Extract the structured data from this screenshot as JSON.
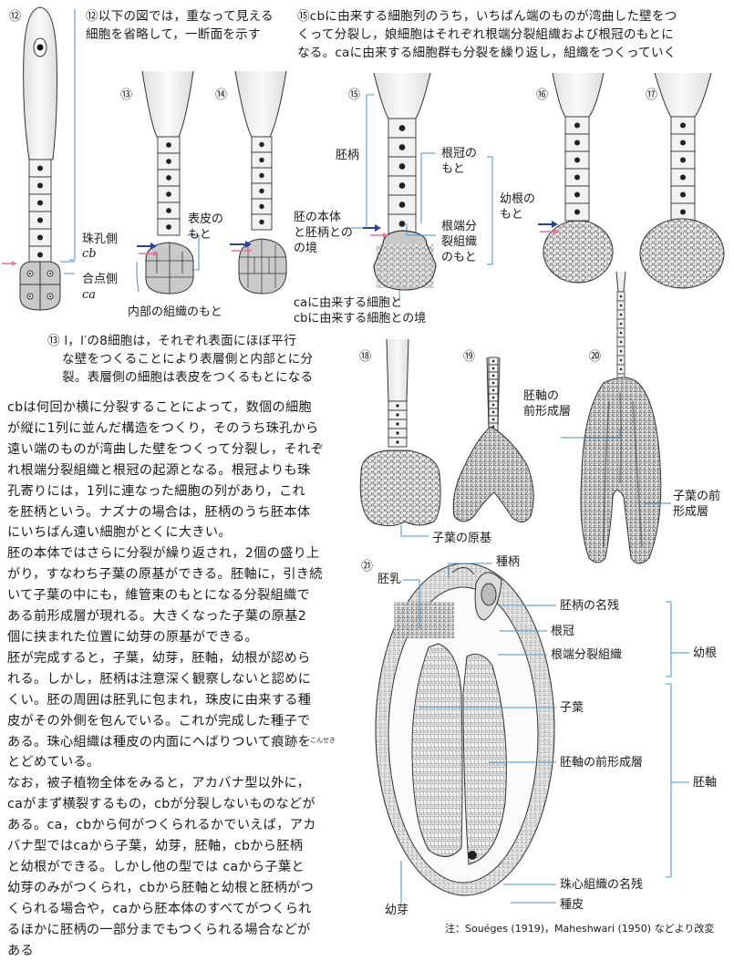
{
  "stage_numbers": {
    "s12": "⑫",
    "s13": "⑬",
    "s14": "⑭",
    "s15": "⑮",
    "s16": "⑯",
    "s17": "⑰",
    "s18": "⑱",
    "s19": "⑲",
    "s20": "⑳",
    "s21": "㉑"
  },
  "captions": {
    "c12_line1": "⑫以下の図では，重なって見える",
    "c12_line2": "細胞を省略して，一断面を示す",
    "c15_line1": "⑮cbに由来する細胞列のうち，いちばん端のものが湾曲した壁をつ",
    "c15_line2": "くって分裂し，娘細胞はそれぞれ根端分裂組織および根冠のもとに",
    "c15_line3": "なる。caに由来する細胞群も分裂を繰り返し，組織をつくっていく",
    "c13_line1": "⑬ l，l′の8細胞は，それぞれ表面にほぼ平行",
    "c13_line2": "な壁をつくることにより表層側と内部とに分",
    "c13_line3": "裂。表層側の細胞は表皮をつくるもとになる"
  },
  "labels": {
    "micropylar_side": "珠孔側",
    "cb": "cb",
    "chalazal_side": "合点側",
    "ca": "ca",
    "epidermis_origin": "表皮の\nもと",
    "inner_tissue_origin": "内部の組織のもと",
    "suspensor": "胚柄",
    "root_cap_origin": "根冠の\nもと",
    "embryo_body_boundary": "胚の本体\nと胚柄との\nの境",
    "root_meristem_origin": "根端分\n裂組織\nのもと",
    "radicle_origin": "幼根の\nもと",
    "ca_cb_boundary": "caに由来する細胞と\ncbに由来する細胞との境",
    "cotyledon_primordium": "子葉の原基",
    "axis_procambium_1": "胚軸の\n前形成層",
    "cotyledon_procambium": "子葉の前\n形成層",
    "endosperm": "胚乳",
    "seed_stalk": "種柄",
    "suspensor_remnant": "胚柄の名残",
    "root_cap": "根冠",
    "root_meristem": "根端分裂組織",
    "radicle": "幼根",
    "cotyledon": "子葉",
    "axis_procambium_2": "胚軸の前形成層",
    "hypocotyl": "胚軸",
    "nucellus_remnant": "珠心組織の名残",
    "plumule": "幼芽",
    "seed_coat": "種皮",
    "source_note": "注：Souéges (1919)，Maheshwari (1950) などより改変"
  },
  "body_text": [
    "cbは何回か横に分裂することによって，数個の細胞",
    "が縦に1列に並んだ構造をつくり，そのうち珠孔から",
    "遠い端のものが湾曲した壁をつくって分裂し，それぞ",
    "れ根端分裂組織と根冠の起源となる。根冠よりも珠",
    "孔寄りには，1列に連なった細胞の列があり，これ",
    "を胚柄という。ナズナの場合は，胚柄のうち胚本体",
    "にいちばん遠い細胞がとくに大きい。",
    "胚の本体ではさらに分裂が繰り返され，2個の盛り上",
    "がり，すなわち子葉の原基ができる。胚軸に，引き続",
    "いて子葉の中にも，維管束のもとになる分裂組織で",
    "ある前形成層が現れる。大きくなった子葉の原基2",
    "個に挟まれた位置に幼芽の原基ができる。",
    "胚が完成すると，子葉，幼芽，胚軸，幼根が認めら",
    "れる。しかし，胚柄は注意深く観察しないと認めに",
    "くい。胚の周囲は胚乳に包まれ，珠皮に由来する種",
    "皮がその外側を包んでいる。これが完成した種子で",
    "ある。珠心組織は種皮の内面にへばりついて痕跡を",
    "とどめている。",
    "なお，被子植物全体をみると，アカバナ型以外に，",
    "caがまず横裂するもの，cbが分裂しないものなどが",
    "ある。ca，cbから何がつくられるかでいえば，アカ",
    "バナ型ではcaから子葉，幼芽，胚軸，cbから胚柄",
    "と幼根ができる。しかし他の型では caから子葉と",
    "幼芽のみがつくられ，cbから胚軸と幼根と胚柄がつ",
    "くられる場合や，caから胚本体のすべてがつくられ",
    "るほかに胚柄の一部分までもつくられる場合などが",
    "ある"
  ],
  "ruby": {
    "base": "痕跡",
    "reading": "こんせき"
  },
  "colors": {
    "arrow_blue": "#2b3fa0",
    "arrow_pink": "#e8779f",
    "label_line": "#4a90c8",
    "bracket_line": "#7ab0d8",
    "cell_fill": "#f3f3f3",
    "cell_stroke": "#333333"
  }
}
